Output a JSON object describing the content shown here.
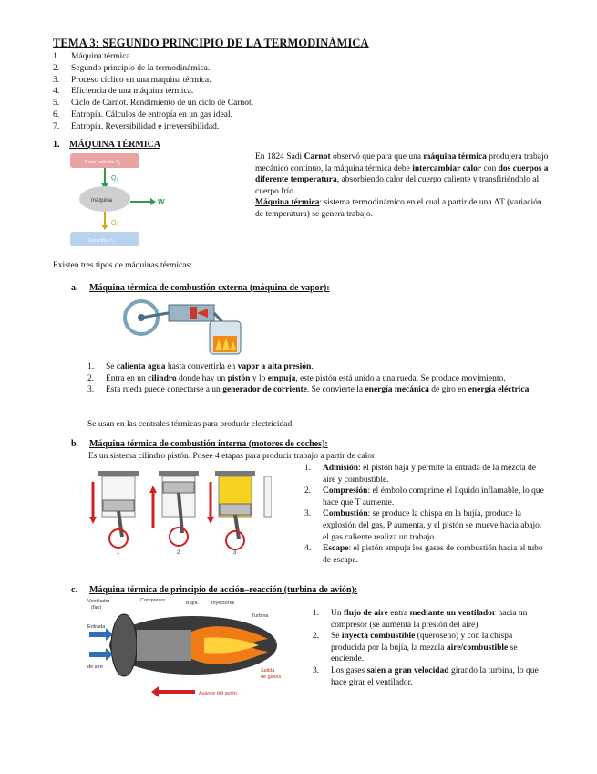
{
  "title": "TEMA 3: SEGUNDO PRINCIPIO DE LA TERMODINÁMICA",
  "toc": [
    {
      "n": "1.",
      "text": "Máquina térmica."
    },
    {
      "n": "2.",
      "text": "Segundo principio de la termodinámica."
    },
    {
      "n": "3.",
      "text": "Proceso cíclico en una máquina térmica."
    },
    {
      "n": "4.",
      "text": "Eficiencia de una máquina térmica."
    },
    {
      "n": "5.",
      "text": "Ciclo de Carnot. Rendimiento de un ciclo de Carnot."
    },
    {
      "n": "6.",
      "text": "Entropía. Cálculos de entropía en un gas ideal."
    },
    {
      "n": "7.",
      "text": "Entropía. Reversibilidad e irreversibilidad."
    }
  ],
  "section1": {
    "number": "1.",
    "heading": "MÁQUINA TÉRMICA",
    "diagram": {
      "hot": "Foco caliente T",
      "hot_sub": "1",
      "cold": "Foco frío T",
      "cold_sub": "2",
      "machine": "máquina",
      "q1": "Q",
      "q1_sub": "1",
      "q2": "Q",
      "q2_sub": "2",
      "w": "W"
    },
    "intro": {
      "p1": "En 1824 Sadi ",
      "p2": "Carnot",
      "p3": " observó que para que una ",
      "p4": "máquina térmica",
      "p5": " produjera trabajo mecánico continuo, la máquina térmica debe ",
      "p6": "intercambiar calor",
      "p7": " con ",
      "p8": "dos cuerpos a diferente temperatura",
      "p9": ", absorbiendo calor del cuerpo caliente y transfiriéndolo al cuerpo frío.",
      "d1": "Máquina térmica",
      "d2": ": sistema termodinámico en el cual a partir de una ΔT (variación de temperatura) se genera trabajo."
    },
    "types_intro": "Existen tres tipos de máquinas térmicas:"
  },
  "type_a": {
    "letter": "a.",
    "heading": "Máquina térmica de combustión externa (máquina de vapor):",
    "steps": [
      {
        "n": "1.",
        "parts": [
          "Se ",
          "calienta agua",
          " hasta convertirla en ",
          "vapor a alta presión",
          "."
        ]
      },
      {
        "n": "2.",
        "parts": [
          "Entra en un ",
          "cilindro",
          " donde hay un ",
          "pistón",
          " y lo ",
          "empuja",
          ", este pistón está unido a una rueda. Se produce movimiento."
        ]
      },
      {
        "n": "3.",
        "parts": [
          "Esta rueda puede conectarse a un ",
          "generador de corriente",
          ". Se convierte la ",
          "energía mecánica",
          " de giro en ",
          "energía eléctrica",
          "."
        ]
      }
    ],
    "note": "Se usan en las centrales térmicas para producir electricidad."
  },
  "type_b": {
    "letter": "b.",
    "heading": "Máquina térmica de combustión interna (motores de coches):",
    "intro": "Es un sistema cilindro pistón. Posee 4 etapas para producir trabajo a partir de calor:",
    "stroke_labels": [
      "1",
      "2",
      "3"
    ],
    "steps": [
      {
        "n": "1.",
        "parts": [
          "",
          "Admisión",
          ": el pistón baja y permite la entrada de la mezcla de aire y combustible."
        ]
      },
      {
        "n": "2.",
        "parts": [
          "",
          "Compresión",
          ": el émbolo comprime el líquido inflamable, lo que hace que T aumente."
        ]
      },
      {
        "n": "3.",
        "parts": [
          "",
          "Combustión",
          ": se produce la chispa en la bujía, produce la explosión del gas, P aumenta, y el pistón se mueve hacia abajo, el gas caliente realiza un trabajo."
        ]
      },
      {
        "n": "4.",
        "parts": [
          "",
          "Escape",
          ": el pistón empuja los gases de combustión hacia el tubo de escape."
        ]
      }
    ]
  },
  "type_c": {
    "letter": "c.",
    "heading": "Máquina térmica de principio de acción–reacción (turbina de avión):",
    "figure_labels": {
      "compresor": "Compresor",
      "bujia": "Bujía",
      "inyectores": "Inyectores",
      "turbina": "Turbina",
      "ventilador": "Ventilador",
      "ventilador2": "(fan)",
      "entrada": "Entrada",
      "entrada2": "de aire",
      "salida": "Salida",
      "salida2": "de gases",
      "avance": "Avance del avión"
    },
    "steps": [
      {
        "n": "1.",
        "parts": [
          "Un ",
          "flujo de aire",
          " entra ",
          "mediante un ventilador",
          " hacia un compresor (se aumenta la presión del aire)."
        ]
      },
      {
        "n": "2.",
        "parts": [
          "Se ",
          "inyecta combustible",
          " (queroseno) y con la chispa producida por la bujía, la mezcla ",
          "aire/combustible",
          " se enciende."
        ]
      },
      {
        "n": "3.",
        "parts": [
          "Los gases ",
          "salen a gran velocidad",
          " girando la turbina, lo que hace girar el ventilador."
        ]
      }
    ]
  }
}
